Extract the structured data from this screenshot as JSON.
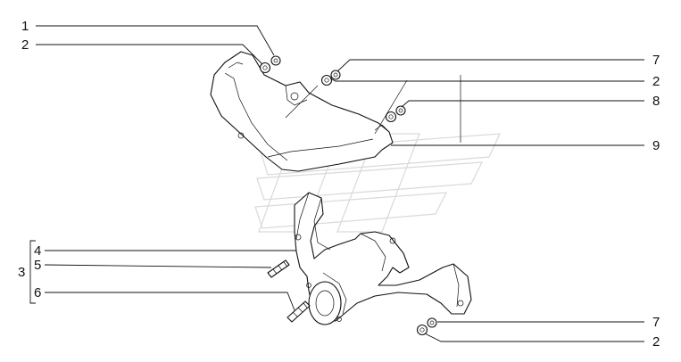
{
  "callouts": {
    "c1": "1",
    "c2_top": "2",
    "c7_top": "7",
    "c2_mid": "2",
    "c8": "8",
    "c9": "9",
    "c4": "4",
    "c5": "5",
    "c3": "3",
    "c6": "6",
    "c7_bottom": "7",
    "c2_bottom": "2"
  }
}
